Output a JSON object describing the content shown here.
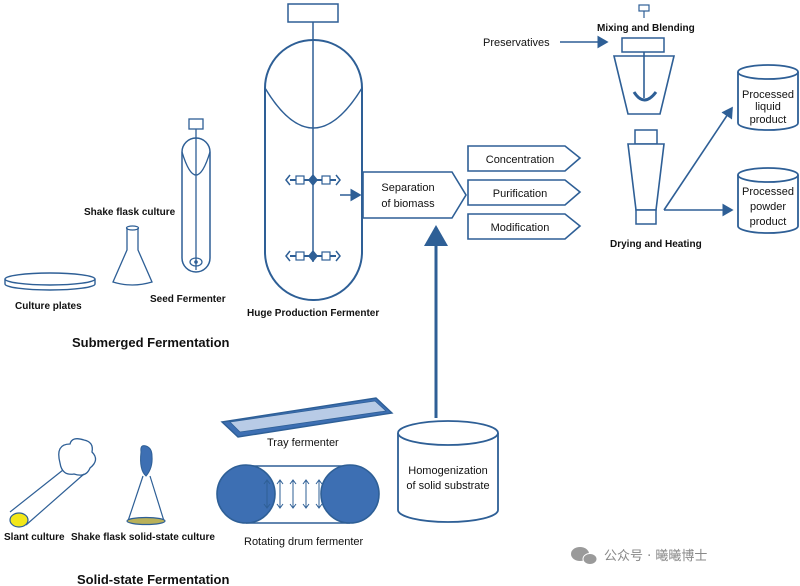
{
  "labels": {
    "culture_plates": "Culture plates",
    "shake_flask_culture": "Shake flask culture",
    "seed_fermenter": "Seed Fermenter",
    "huge_production_fermenter": "Huge Production Fermenter",
    "submerged_fermentation": "Submerged Fermentation",
    "separation_line1": "Separation",
    "separation_line2": "of biomass",
    "concentration": "Concentration",
    "purification": "Purification",
    "modification": "Modification",
    "preservatives": "Preservatives",
    "mixing_and_blending": "Mixing and Blending",
    "drying_and_heating": "Drying and Heating",
    "liquid_line1": "Processed",
    "liquid_line2": "liquid",
    "liquid_line3": "product",
    "powder_line1": "Processed",
    "powder_line2": "powder",
    "powder_line3": "product",
    "tray_fermenter": "Tray fermenter",
    "homog_line1": "Homogenization",
    "homog_line2": "of solid substrate",
    "slant_culture": "Slant culture",
    "shake_flask_solid": "Shake flask solid-state culture",
    "rotating_drum_fermenter": "Rotating drum fermenter",
    "solid_state_fermentation": "Solid-state Fermentation",
    "watermark": "公众号 · 曦曦博士"
  },
  "colors": {
    "line": "#2e5f96",
    "fill_blue": "#3d6fb3",
    "fill_light": "#b8cbe6",
    "yellow": "#f2e71a"
  }
}
